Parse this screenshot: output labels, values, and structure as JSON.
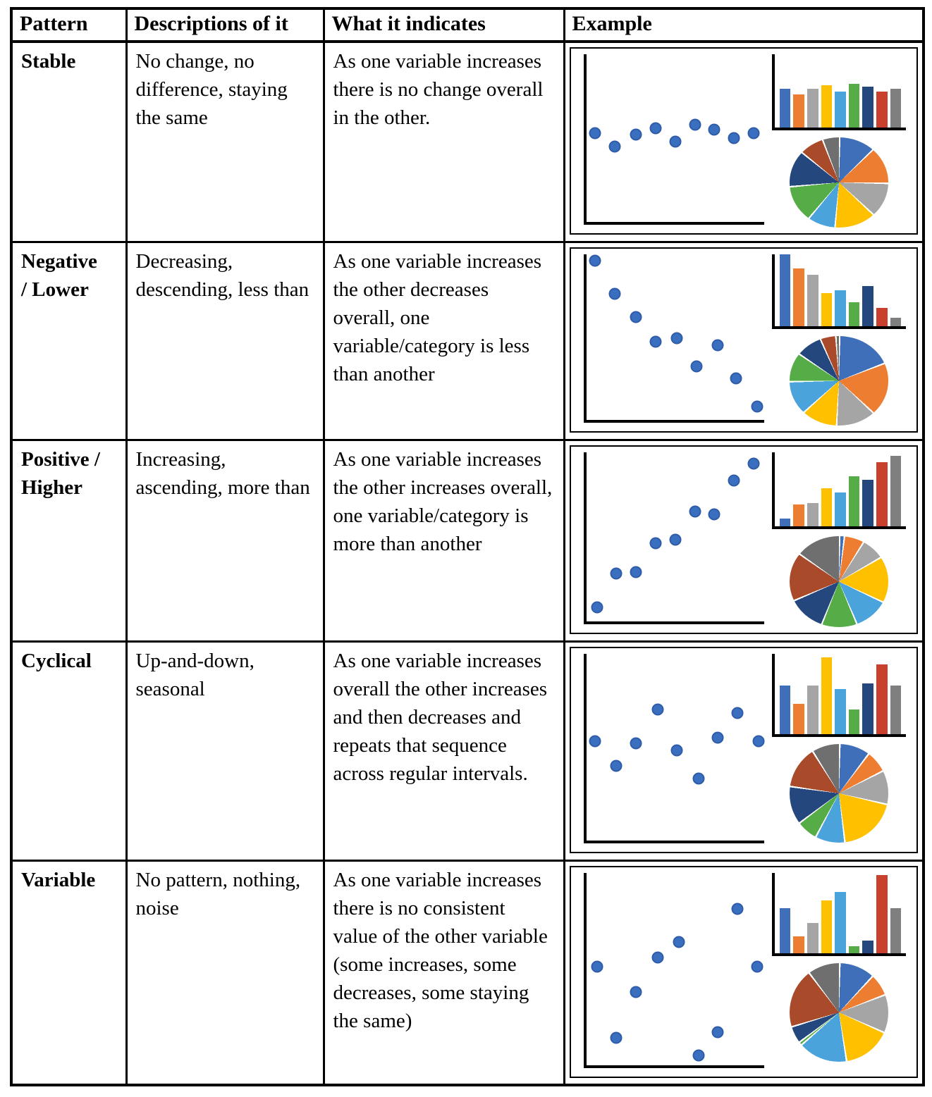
{
  "table": {
    "headers": [
      "Pattern",
      "Descriptions of it",
      "What it indicates",
      "Example"
    ],
    "rows": [
      {
        "pattern": "Stable",
        "description": "No change, no difference, staying the same",
        "indicates": "As one variable increases there is no change overall in the other.",
        "example": {
          "scatter": {
            "type": "scatter",
            "points": [
              [
                5,
                53
              ],
              [
                16,
                45
              ],
              [
                28,
                52
              ],
              [
                39,
                56
              ],
              [
                50,
                48
              ],
              [
                61,
                58
              ],
              [
                72,
                55
              ],
              [
                83,
                50
              ],
              [
                94,
                53
              ]
            ]
          },
          "bars": {
            "type": "bar",
            "values": [
              53,
              45,
              53,
              58,
              49,
              60,
              56,
              49,
              53
            ]
          },
          "pie": {
            "type": "pie",
            "degrees": [
              45,
              45,
              42,
              52,
              35,
              45,
              44,
              30,
              22
            ]
          }
        }
      },
      {
        "pattern": "Negative\n/ Lower",
        "description": "Decreasing, descending, less than",
        "indicates": "As one variable increases the other decreases overall, one variable/category is less than another",
        "example": {
          "scatter": {
            "type": "scatter",
            "points": [
              [
                5,
                96
              ],
              [
                16,
                76
              ],
              [
                28,
                62
              ],
              [
                39,
                47
              ],
              [
                51,
                49
              ],
              [
                62,
                32
              ],
              [
                74,
                45
              ],
              [
                84,
                25
              ],
              [
                96,
                8
              ]
            ]
          },
          "bars": {
            "type": "bar",
            "values": [
              100,
              80,
              71,
              46,
              50,
              33,
              56,
              26,
              12
            ]
          },
          "pie": {
            "type": "pie",
            "degrees": [
              68,
              64,
              50,
              45,
              41,
              35,
              32,
              20,
              5
            ]
          }
        }
      },
      {
        "pattern": "Positive /\nHigher",
        "description": "Increasing, ascending, more than",
        "indicates": "As one variable increases the other increases overall, one variable/category is more than another",
        "example": {
          "scatter": {
            "type": "scatter",
            "points": [
              [
                6,
                8
              ],
              [
                17,
                28
              ],
              [
                28,
                29
              ],
              [
                39,
                46
              ],
              [
                50,
                48
              ],
              [
                61,
                65
              ],
              [
                72,
                63
              ],
              [
                83,
                83
              ],
              [
                94,
                93
              ]
            ]
          },
          "bars": {
            "type": "bar",
            "values": [
              10,
              29,
              31,
              51,
              45,
              67,
              62,
              86,
              95
            ]
          },
          "pie": {
            "type": "pie",
            "degrees": [
              6,
              25,
              28,
              55,
              42,
              45,
              45,
              58,
              56
            ]
          }
        }
      },
      {
        "pattern": "Cyclical",
        "description": "Up-and-down, seasonal",
        "indicates": "As one variable increases overall the other increases and then decreases and repeats that sequence across regular intervals.",
        "example": {
          "scatter": {
            "type": "scatter",
            "points": [
              [
                5,
                53
              ],
              [
                17,
                40
              ],
              [
                28,
                52
              ],
              [
                40,
                70
              ],
              [
                51,
                48
              ],
              [
                63,
                33
              ],
              [
                74,
                55
              ],
              [
                85,
                68
              ],
              [
                97,
                53
              ]
            ]
          },
          "bars": {
            "type": "bar",
            "values": [
              60,
              37,
              60,
              95,
              56,
              30,
              63,
              86,
              60
            ]
          },
          "pie": {
            "type": "pie",
            "degrees": [
              36,
              26,
              40,
              70,
              35,
              25,
              45,
              50,
              33
            ]
          }
        }
      },
      {
        "pattern": "Variable",
        "description": "No pattern, nothing, noise",
        "indicates": "As one variable increases there is no consistent value of the other variable (some increases, some decreases, some staying the same)",
        "example": {
          "scatter": {
            "type": "scatter",
            "points": [
              [
                6,
                51
              ],
              [
                17,
                14
              ],
              [
                28,
                38
              ],
              [
                40,
                56
              ],
              [
                52,
                64
              ],
              [
                63,
                5
              ],
              [
                74,
                17
              ],
              [
                85,
                81
              ],
              [
                96,
                51
              ]
            ]
          },
          "bars": {
            "type": "bar",
            "values": [
              56,
              21,
              37,
              65,
              76,
              8,
              15,
              97,
              56
            ]
          },
          "pie": {
            "type": "pie",
            "degrees": [
              42,
              26,
              45,
              57,
              58,
              4,
              20,
              70,
              38
            ]
          }
        }
      }
    ]
  },
  "palette": {
    "bar_series": [
      "#3E6FB8",
      "#ED7D31",
      "#A5A5A5",
      "#FFC000",
      "#4BA3DC",
      "#56AC47",
      "#24477E",
      "#C8402E",
      "#7F7F7F"
    ],
    "pie_series": [
      "#3E6FB8",
      "#ED7D31",
      "#A5A5A5",
      "#FFC000",
      "#4BA3DC",
      "#56AC47",
      "#24477E",
      "#A94A2B",
      "#6F6F6F"
    ],
    "scatter_dot": "#3A6FC0",
    "scatter_dot_edge": "#2F5CA8",
    "axis": "#000000",
    "pie_divider": "#ffffff"
  }
}
